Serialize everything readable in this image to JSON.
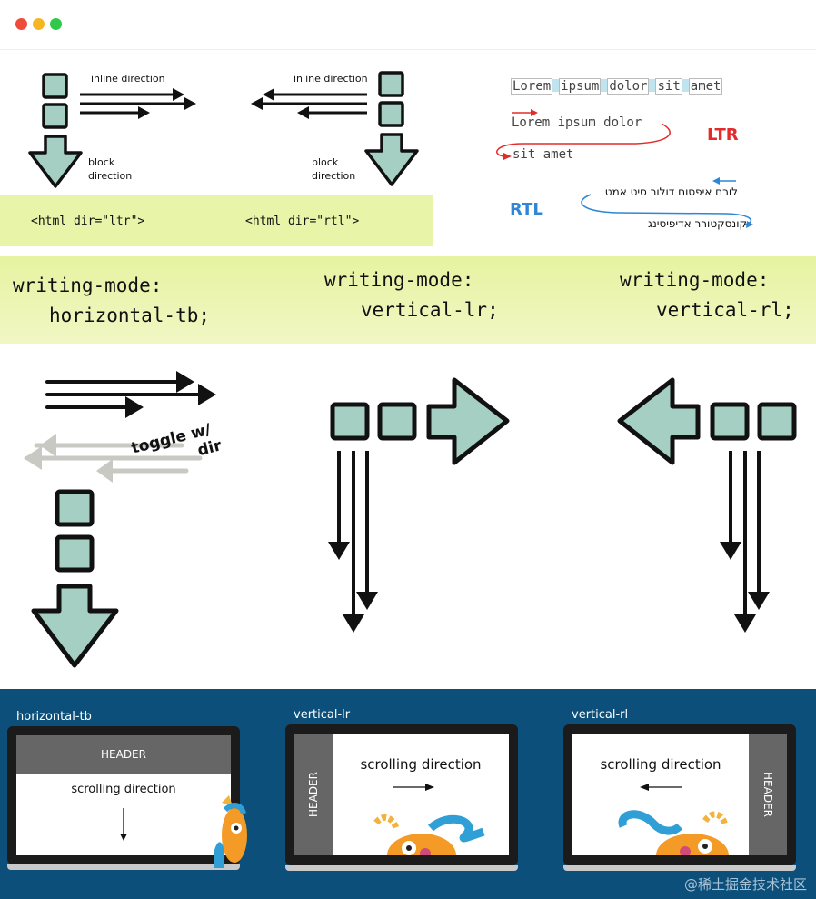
{
  "window": {
    "controls": [
      "close",
      "minimize",
      "maximize"
    ],
    "colors": {
      "close": "#ee4b3b",
      "minimize": "#f5b623",
      "maximize": "#2fc94a"
    }
  },
  "direction_diagram": {
    "ltr": {
      "inline_label": "inline direction",
      "block_label_1": "block",
      "block_label_2": "direction",
      "code": "<html dir=\"ltr\">"
    },
    "rtl": {
      "inline_label": "inline direction",
      "block_label_1": "block",
      "block_label_2": "direction",
      "code": "<html dir=\"rtl\">"
    }
  },
  "text_direction": {
    "words": [
      "Lorem",
      "ipsum",
      "dolor",
      "sit",
      "amet"
    ],
    "ltr_line1": "Lorem ipsum dolor",
    "ltr_line2": "sit amet",
    "ltr_label": "LTR",
    "rtl_line1": "לורם איפסום דולור סיט אמט",
    "rtl_line2": "קונסקטורר אדיפיסינג",
    "rtl_label": "RTL",
    "colors": {
      "ltr": "#e32b2b",
      "rtl": "#2f86d6"
    }
  },
  "writing_modes": [
    {
      "line1": "writing-mode:",
      "line2": "horizontal-tb;"
    },
    {
      "line1": "writing-mode:",
      "line2": "vertical-lr;"
    },
    {
      "line1": "writing-mode:",
      "line2": "vertical-rl;"
    }
  ],
  "toggle_note": {
    "line1": "toggle w/",
    "line2": "dir"
  },
  "monitors": [
    {
      "label": "horizontal-tb",
      "header": "HEADER",
      "scroll_text": "scrolling direction"
    },
    {
      "label": "vertical-lr",
      "header": "HEADER",
      "scroll_text": "scrolling direction"
    },
    {
      "label": "vertical-rl",
      "header": "HEADER",
      "scroll_text": "scrolling direction"
    }
  ],
  "watermark": "@稀土掘金技术社区",
  "colors": {
    "box_fill": "#a6cfc4",
    "code_bg": "#e8f4a8",
    "bottom_bg": "#0c4f7a"
  }
}
